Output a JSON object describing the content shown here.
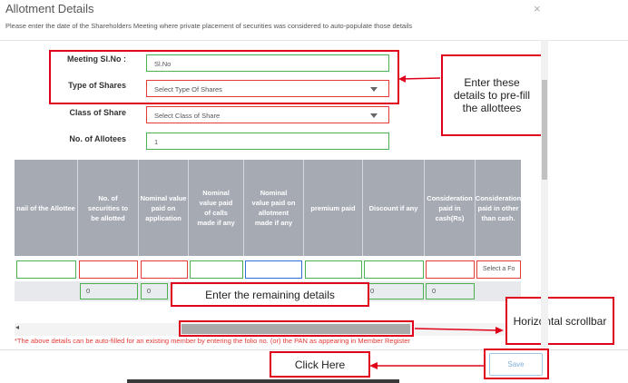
{
  "dialog": {
    "title": "Allotment Details",
    "close_symbol": "×",
    "subtitle": "Please enter the date of the Shareholders Meeting where private placement of securities was considered to auto-populate those details"
  },
  "form": {
    "meeting_sl_no": {
      "label": "Meeting Sl.No :",
      "value": "Sl.No"
    },
    "type_of_shares": {
      "label": "Type of Shares",
      "value": "Select Type Of Shares"
    },
    "class_of_share": {
      "label": "Class of Share",
      "value": "Select Class of Share"
    },
    "no_of_allotees": {
      "label": "No. of Allotees",
      "value": "1"
    }
  },
  "table": {
    "headers": [
      "nail of the Allottee",
      "No. of securities to be allotted",
      "Nominal value paid on application",
      "Nominal value paid of calls made if any",
      "Nominal value paid on allotment made if any",
      "premium paid",
      "Discount if any",
      "Consideration paid in cash(Rs)",
      "Consideration paid in other than cash."
    ],
    "last_select_placeholder": "Select a Fo",
    "totals": [
      "0",
      "0",
      "0",
      "0"
    ]
  },
  "callouts": {
    "prefill": "Enter these details to pre-fill the allottees",
    "remaining": "Enter the remaining details",
    "scrollbar": "Horizontal scrollbar",
    "click_here": "Click Here"
  },
  "scroll_left_symbol": "◂",
  "footnote": "*The above details can be auto-filled for an existing member by entering the folio no. (or) the PAN as appearing in Member Register",
  "save_label": "Save",
  "colors": {
    "annotation_red": "#e0001b",
    "header_gray": "#a5aab3",
    "valid_green": "#4caf50",
    "invalid_red": "#e53935",
    "save_blue": "#7fb0da"
  }
}
